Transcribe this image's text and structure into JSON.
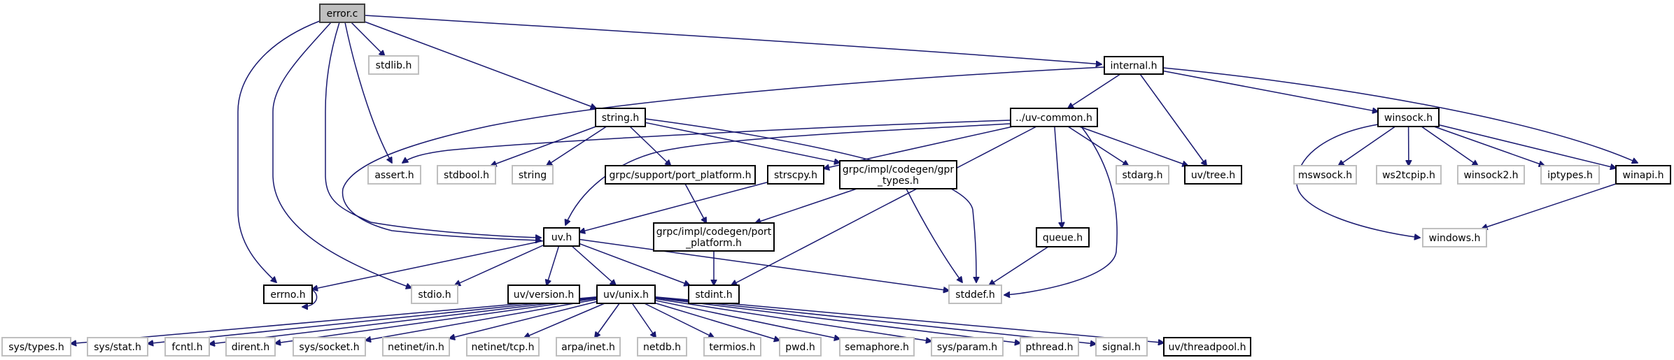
{
  "graph": {
    "title": "error.c",
    "type": "include-dependency-graph",
    "colors": {
      "edge": "#191970",
      "root_fill": "#bfbfbf",
      "root_border": "#404040",
      "documented_border": "#000000",
      "external_border": "#bfbfbf",
      "node_fill": "#ffffff"
    },
    "nodes": [
      {
        "id": "error_c",
        "label": [
          "error.c"
        ],
        "kind": "root"
      },
      {
        "id": "stdlib_h",
        "label": [
          "stdlib.h"
        ],
        "kind": "external"
      },
      {
        "id": "internal_h",
        "label": [
          "internal.h"
        ],
        "kind": "documented"
      },
      {
        "id": "string_h",
        "label": [
          "string.h"
        ],
        "kind": "documented"
      },
      {
        "id": "uv_common_h",
        "label": [
          "../uv-common.h"
        ],
        "kind": "documented"
      },
      {
        "id": "winsock_h",
        "label": [
          "winsock.h"
        ],
        "kind": "documented"
      },
      {
        "id": "assert_h",
        "label": [
          "assert.h"
        ],
        "kind": "external"
      },
      {
        "id": "stdbool_h",
        "label": [
          "stdbool.h"
        ],
        "kind": "external"
      },
      {
        "id": "string",
        "label": [
          "string"
        ],
        "kind": "external"
      },
      {
        "id": "grpc_support_port_platform_h",
        "label": [
          "grpc/support/port_platform.h"
        ],
        "kind": "documented"
      },
      {
        "id": "strscpy_h",
        "label": [
          "strscpy.h"
        ],
        "kind": "documented"
      },
      {
        "id": "gpr_types_h",
        "label": [
          "grpc/impl/codegen/gpr",
          "_types.h"
        ],
        "kind": "documented"
      },
      {
        "id": "stdarg_h",
        "label": [
          "stdarg.h"
        ],
        "kind": "external"
      },
      {
        "id": "uv_tree_h",
        "label": [
          "uv/tree.h"
        ],
        "kind": "documented"
      },
      {
        "id": "mswsock_h",
        "label": [
          "mswsock.h"
        ],
        "kind": "external"
      },
      {
        "id": "ws2tcpip_h",
        "label": [
          "ws2tcpip.h"
        ],
        "kind": "external"
      },
      {
        "id": "winsock2_h",
        "label": [
          "winsock2.h"
        ],
        "kind": "external"
      },
      {
        "id": "iptypes_h",
        "label": [
          "iptypes.h"
        ],
        "kind": "external"
      },
      {
        "id": "winapi_h",
        "label": [
          "winapi.h"
        ],
        "kind": "documented"
      },
      {
        "id": "windows_h",
        "label": [
          "windows.h"
        ],
        "kind": "external"
      },
      {
        "id": "uv_h",
        "label": [
          "uv.h"
        ],
        "kind": "documented"
      },
      {
        "id": "codegen_port_platform_h",
        "label": [
          "grpc/impl/codegen/port",
          "_platform.h"
        ],
        "kind": "documented"
      },
      {
        "id": "queue_h",
        "label": [
          "queue.h"
        ],
        "kind": "documented"
      },
      {
        "id": "errno_h",
        "label": [
          "errno.h"
        ],
        "kind": "documented"
      },
      {
        "id": "stdio_h",
        "label": [
          "stdio.h"
        ],
        "kind": "external"
      },
      {
        "id": "uv_version_h",
        "label": [
          "uv/version.h"
        ],
        "kind": "documented"
      },
      {
        "id": "uv_unix_h",
        "label": [
          "uv/unix.h"
        ],
        "kind": "documented"
      },
      {
        "id": "stdint_h",
        "label": [
          "stdint.h"
        ],
        "kind": "documented"
      },
      {
        "id": "stddef_h",
        "label": [
          "stddef.h"
        ],
        "kind": "external"
      },
      {
        "id": "sys_types_h",
        "label": [
          "sys/types.h"
        ],
        "kind": "external"
      },
      {
        "id": "sys_stat_h",
        "label": [
          "sys/stat.h"
        ],
        "kind": "external"
      },
      {
        "id": "fcntl_h",
        "label": [
          "fcntl.h"
        ],
        "kind": "external"
      },
      {
        "id": "dirent_h",
        "label": [
          "dirent.h"
        ],
        "kind": "external"
      },
      {
        "id": "sys_socket_h",
        "label": [
          "sys/socket.h"
        ],
        "kind": "external"
      },
      {
        "id": "netinet_in_h",
        "label": [
          "netinet/in.h"
        ],
        "kind": "external"
      },
      {
        "id": "netinet_tcp_h",
        "label": [
          "netinet/tcp.h"
        ],
        "kind": "external"
      },
      {
        "id": "arpa_inet_h",
        "label": [
          "arpa/inet.h"
        ],
        "kind": "external"
      },
      {
        "id": "netdb_h",
        "label": [
          "netdb.h"
        ],
        "kind": "external"
      },
      {
        "id": "termios_h",
        "label": [
          "termios.h"
        ],
        "kind": "external"
      },
      {
        "id": "pwd_h",
        "label": [
          "pwd.h"
        ],
        "kind": "external"
      },
      {
        "id": "semaphore_h",
        "label": [
          "semaphore.h"
        ],
        "kind": "external"
      },
      {
        "id": "sys_param_h",
        "label": [
          "sys/param.h"
        ],
        "kind": "external"
      },
      {
        "id": "pthread_h",
        "label": [
          "pthread.h"
        ],
        "kind": "external"
      },
      {
        "id": "signal_h",
        "label": [
          "signal.h"
        ],
        "kind": "external"
      },
      {
        "id": "uv_threadpool_h",
        "label": [
          "uv/threadpool.h"
        ],
        "kind": "documented"
      }
    ],
    "edges": [
      [
        "error_c",
        "stdlib_h"
      ],
      [
        "error_c",
        "assert_h"
      ],
      [
        "error_c",
        "errno_h"
      ],
      [
        "error_c",
        "stdio_h"
      ],
      [
        "error_c",
        "uv_h"
      ],
      [
        "error_c",
        "string_h"
      ],
      [
        "error_c",
        "internal_h"
      ],
      [
        "internal_h",
        "uv_h"
      ],
      [
        "internal_h",
        "uv_common_h"
      ],
      [
        "internal_h",
        "uv_tree_h"
      ],
      [
        "internal_h",
        "winsock_h"
      ],
      [
        "internal_h",
        "winapi_h"
      ],
      [
        "uv_common_h",
        "assert_h"
      ],
      [
        "uv_common_h",
        "uv_h"
      ],
      [
        "uv_common_h",
        "strscpy_h"
      ],
      [
        "uv_common_h",
        "stdint_h"
      ],
      [
        "uv_common_h",
        "stdarg_h"
      ],
      [
        "uv_common_h",
        "uv_tree_h"
      ],
      [
        "uv_common_h",
        "queue_h"
      ],
      [
        "uv_common_h",
        "stddef_h"
      ],
      [
        "string_h",
        "stdbool_h"
      ],
      [
        "string_h",
        "string"
      ],
      [
        "string_h",
        "grpc_support_port_platform_h"
      ],
      [
        "string_h",
        "gpr_types_h"
      ],
      [
        "string_h",
        "stddef_h"
      ],
      [
        "grpc_support_port_platform_h",
        "codegen_port_platform_h"
      ],
      [
        "gpr_types_h",
        "codegen_port_platform_h"
      ],
      [
        "gpr_types_h",
        "stddef_h"
      ],
      [
        "strscpy_h",
        "uv_h"
      ],
      [
        "uv_h",
        "errno_h"
      ],
      [
        "uv_h",
        "stdio_h"
      ],
      [
        "uv_h",
        "uv_version_h"
      ],
      [
        "uv_h",
        "uv_unix_h"
      ],
      [
        "uv_h",
        "stdint_h"
      ],
      [
        "uv_h",
        "stddef_h"
      ],
      [
        "errno_h",
        "errno_h"
      ],
      [
        "codegen_port_platform_h",
        "stdint_h"
      ],
      [
        "queue_h",
        "stddef_h"
      ],
      [
        "winsock_h",
        "mswsock_h"
      ],
      [
        "winsock_h",
        "ws2tcpip_h"
      ],
      [
        "winsock_h",
        "winsock2_h"
      ],
      [
        "winsock_h",
        "iptypes_h"
      ],
      [
        "winsock_h",
        "winapi_h"
      ],
      [
        "winsock_h",
        "windows_h"
      ],
      [
        "winapi_h",
        "windows_h"
      ],
      [
        "uv_unix_h",
        "sys_types_h"
      ],
      [
        "uv_unix_h",
        "sys_stat_h"
      ],
      [
        "uv_unix_h",
        "fcntl_h"
      ],
      [
        "uv_unix_h",
        "dirent_h"
      ],
      [
        "uv_unix_h",
        "sys_socket_h"
      ],
      [
        "uv_unix_h",
        "netinet_in_h"
      ],
      [
        "uv_unix_h",
        "netinet_tcp_h"
      ],
      [
        "uv_unix_h",
        "arpa_inet_h"
      ],
      [
        "uv_unix_h",
        "netdb_h"
      ],
      [
        "uv_unix_h",
        "termios_h"
      ],
      [
        "uv_unix_h",
        "pwd_h"
      ],
      [
        "uv_unix_h",
        "semaphore_h"
      ],
      [
        "uv_unix_h",
        "sys_param_h"
      ],
      [
        "uv_unix_h",
        "pthread_h"
      ],
      [
        "uv_unix_h",
        "signal_h"
      ],
      [
        "uv_unix_h",
        "uv_threadpool_h"
      ]
    ]
  }
}
